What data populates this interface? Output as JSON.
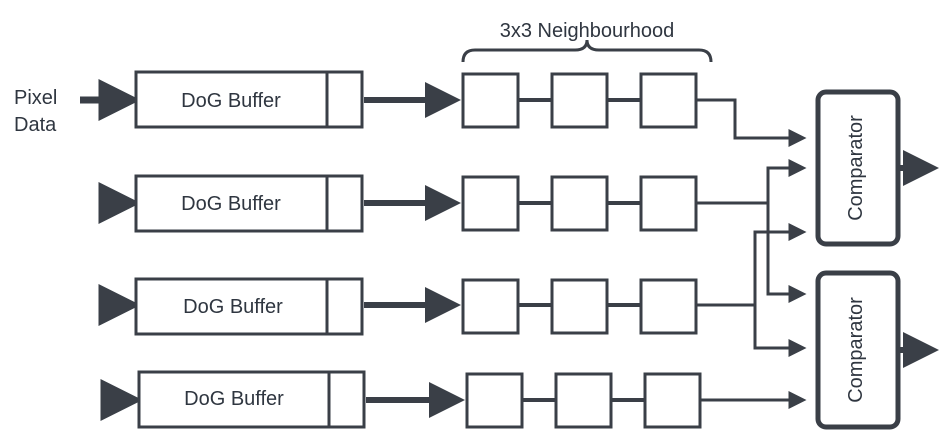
{
  "input_label": [
    "Pixel",
    "Data"
  ],
  "neighbourhood_label": "3x3 Neighbourhood",
  "buffers": [
    {
      "label": "DoG Buffer"
    },
    {
      "label": "DoG Buffer"
    },
    {
      "label": "DoG Buffer"
    },
    {
      "label": "DoG Buffer"
    }
  ],
  "comparators": [
    {
      "label": "Comparator"
    },
    {
      "label": "Comparator"
    }
  ],
  "colors": {
    "stroke": "#3a3f47",
    "text": "#2f3640",
    "background": "#ffffff"
  }
}
